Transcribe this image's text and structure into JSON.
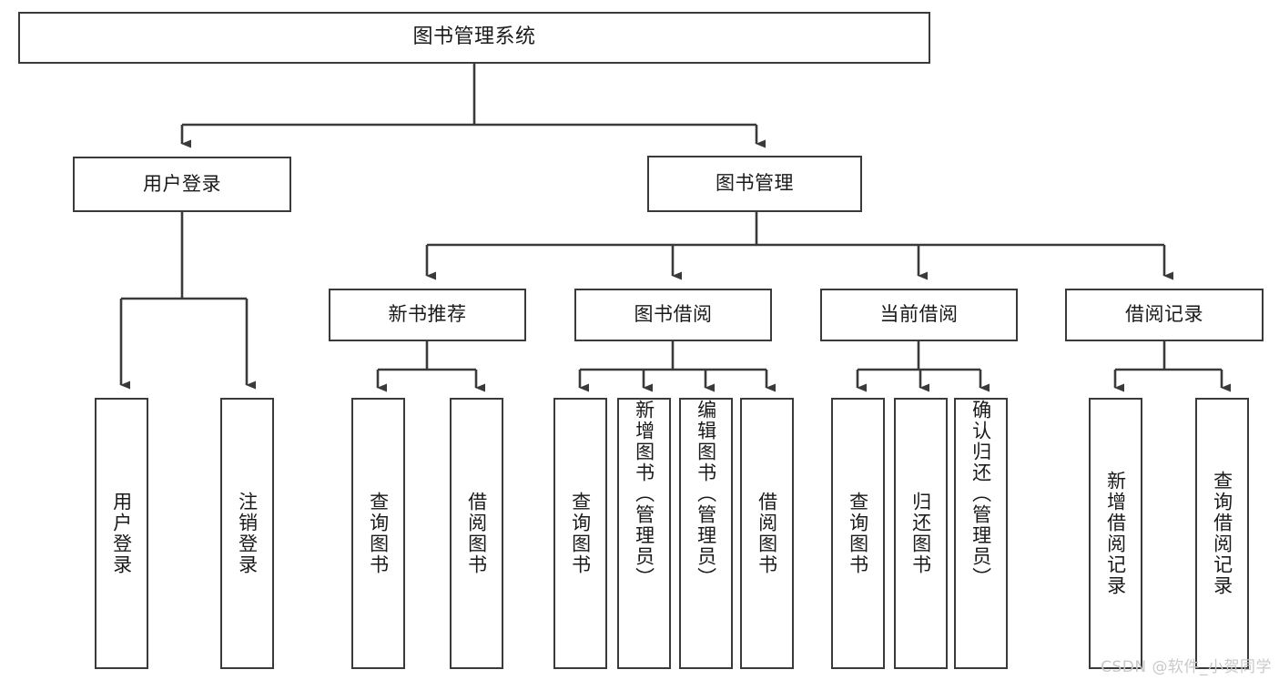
{
  "diagram": {
    "type": "tree",
    "title": "图书管理系统",
    "root": {
      "label": "图书管理系统"
    },
    "level1": [
      {
        "label": "用户登录"
      },
      {
        "label": "图书管理"
      }
    ],
    "level2": [
      {
        "label": "新书推荐",
        "parent": "图书管理"
      },
      {
        "label": "图书借阅",
        "parent": "图书管理"
      },
      {
        "label": "当前借阅",
        "parent": "图书管理"
      },
      {
        "label": "借阅记录",
        "parent": "图书管理"
      }
    ],
    "leaves": {
      "user_login": [
        {
          "label": "用户登录"
        },
        {
          "label": "注销登录"
        }
      ],
      "new_book_recommend": [
        {
          "label": "查询图书"
        },
        {
          "label": "借阅图书"
        }
      ],
      "book_borrow": [
        {
          "label": "查询图书"
        },
        {
          "label": "新增图书（管理员）"
        },
        {
          "label": "编辑图书（管理员）"
        },
        {
          "label": "借阅图书"
        }
      ],
      "current_borrow": [
        {
          "label": "查询图书"
        },
        {
          "label": "归还图书"
        },
        {
          "label": "确认归还（管理员）"
        }
      ],
      "borrow_record": [
        {
          "label": "新增借阅记录"
        },
        {
          "label": "查询借阅记录"
        }
      ]
    }
  },
  "watermark": {
    "text": "CSDN @软件_小贺同学"
  },
  "colors": {
    "stroke": "#3a3a3a",
    "background": "#ffffff",
    "text": "#1a1a1a",
    "watermark": "#c9c9c9"
  }
}
